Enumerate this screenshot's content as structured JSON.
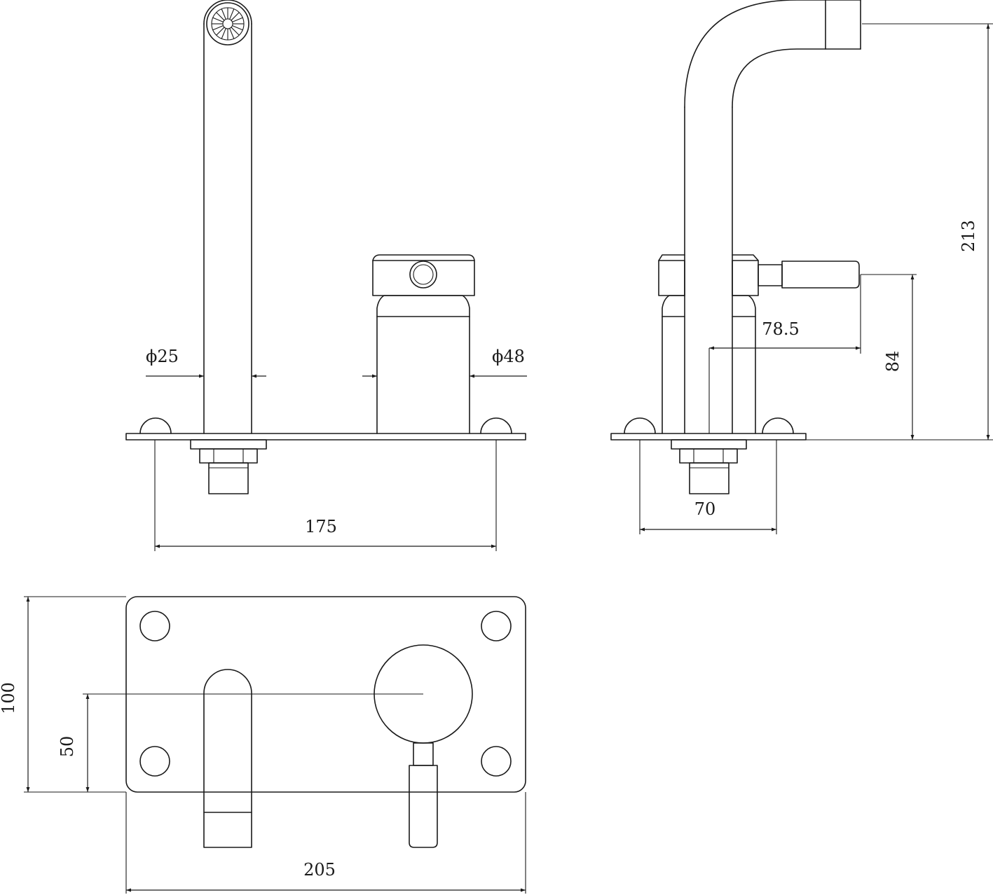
{
  "drawing": {
    "type": "technical-drawing",
    "subject": "wall-mounted mixer tap",
    "views": [
      "front-view",
      "side-view",
      "top-view"
    ],
    "colors": {
      "line": "#1a1a1a",
      "background": "#ffffff"
    }
  },
  "dimensions": {
    "spout_diameter": "ϕ25",
    "handle_diameter": "ϕ48",
    "front_width": "175",
    "side_height": "213",
    "handle_projection": "78.5",
    "handle_height": "84",
    "side_depth": "70",
    "plate_height": "100",
    "centre_height": "50",
    "plate_width": "205"
  }
}
